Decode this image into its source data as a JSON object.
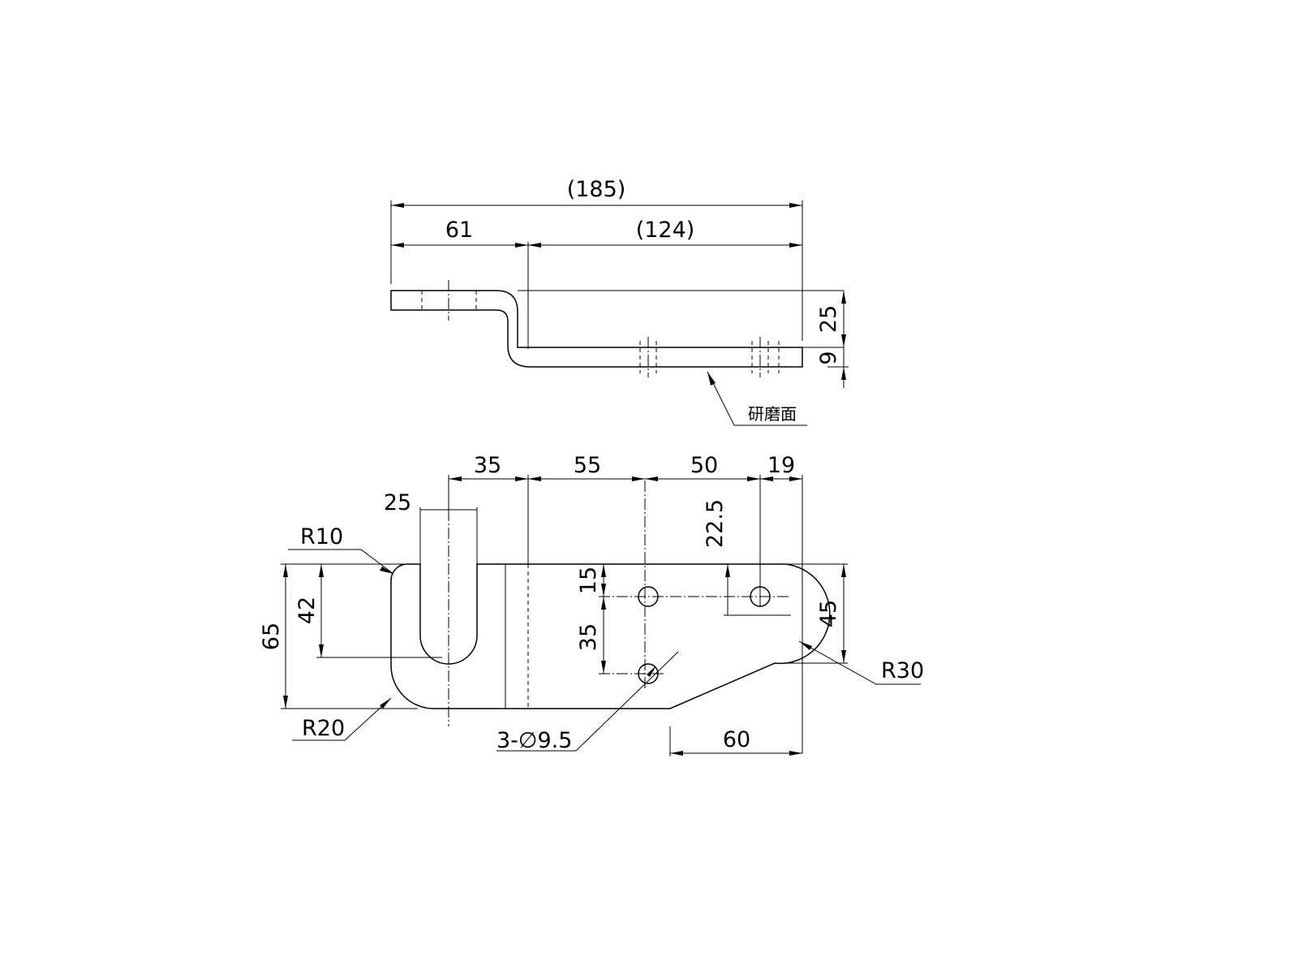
{
  "side_view": {
    "overall_length": "(185)",
    "left_length": "61",
    "right_length": "(124)",
    "height_offset": "25",
    "thickness": "9",
    "ground_surface_note": "研磨面"
  },
  "plan_view": {
    "dim_35_top": "35",
    "dim_55": "55",
    "dim_50": "50",
    "dim_19": "19",
    "slot_width": "25",
    "dim_22_5": "22.5",
    "radius_r10": "R10",
    "slot_depth": "42",
    "overall_height": "65",
    "dim_15": "15",
    "dim_35_left": "35",
    "dim_45": "45",
    "radius_r30": "R30",
    "radius_r20": "R20",
    "holes": "3-∅9.5",
    "dim_60": "60"
  }
}
